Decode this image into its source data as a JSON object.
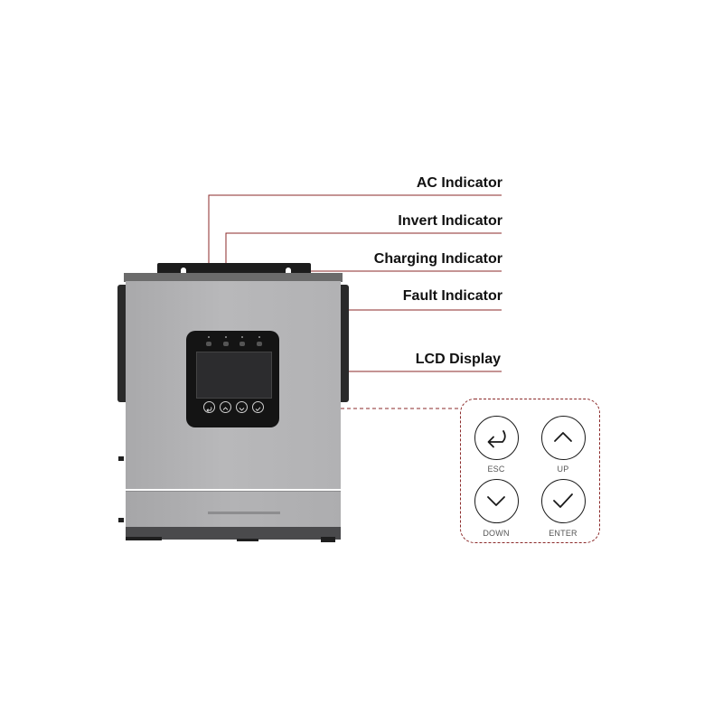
{
  "callouts": {
    "ac": "AC Indicator",
    "invert": "Invert Indicator",
    "charging": "Charging Indicator",
    "fault": "Fault Indicator",
    "lcd": "LCD Display"
  },
  "keypad": {
    "esc": "ESC",
    "up": "UP",
    "down": "DOWN",
    "enter": "ENTER"
  },
  "colors": {
    "leader_line": "#8b2a2a",
    "panel": "#141414",
    "housing": "#b2b2b4"
  },
  "icons": {
    "esc": "return-arrow-icon",
    "up": "chevron-up-icon",
    "down": "chevron-down-icon",
    "enter": "checkmark-icon"
  }
}
